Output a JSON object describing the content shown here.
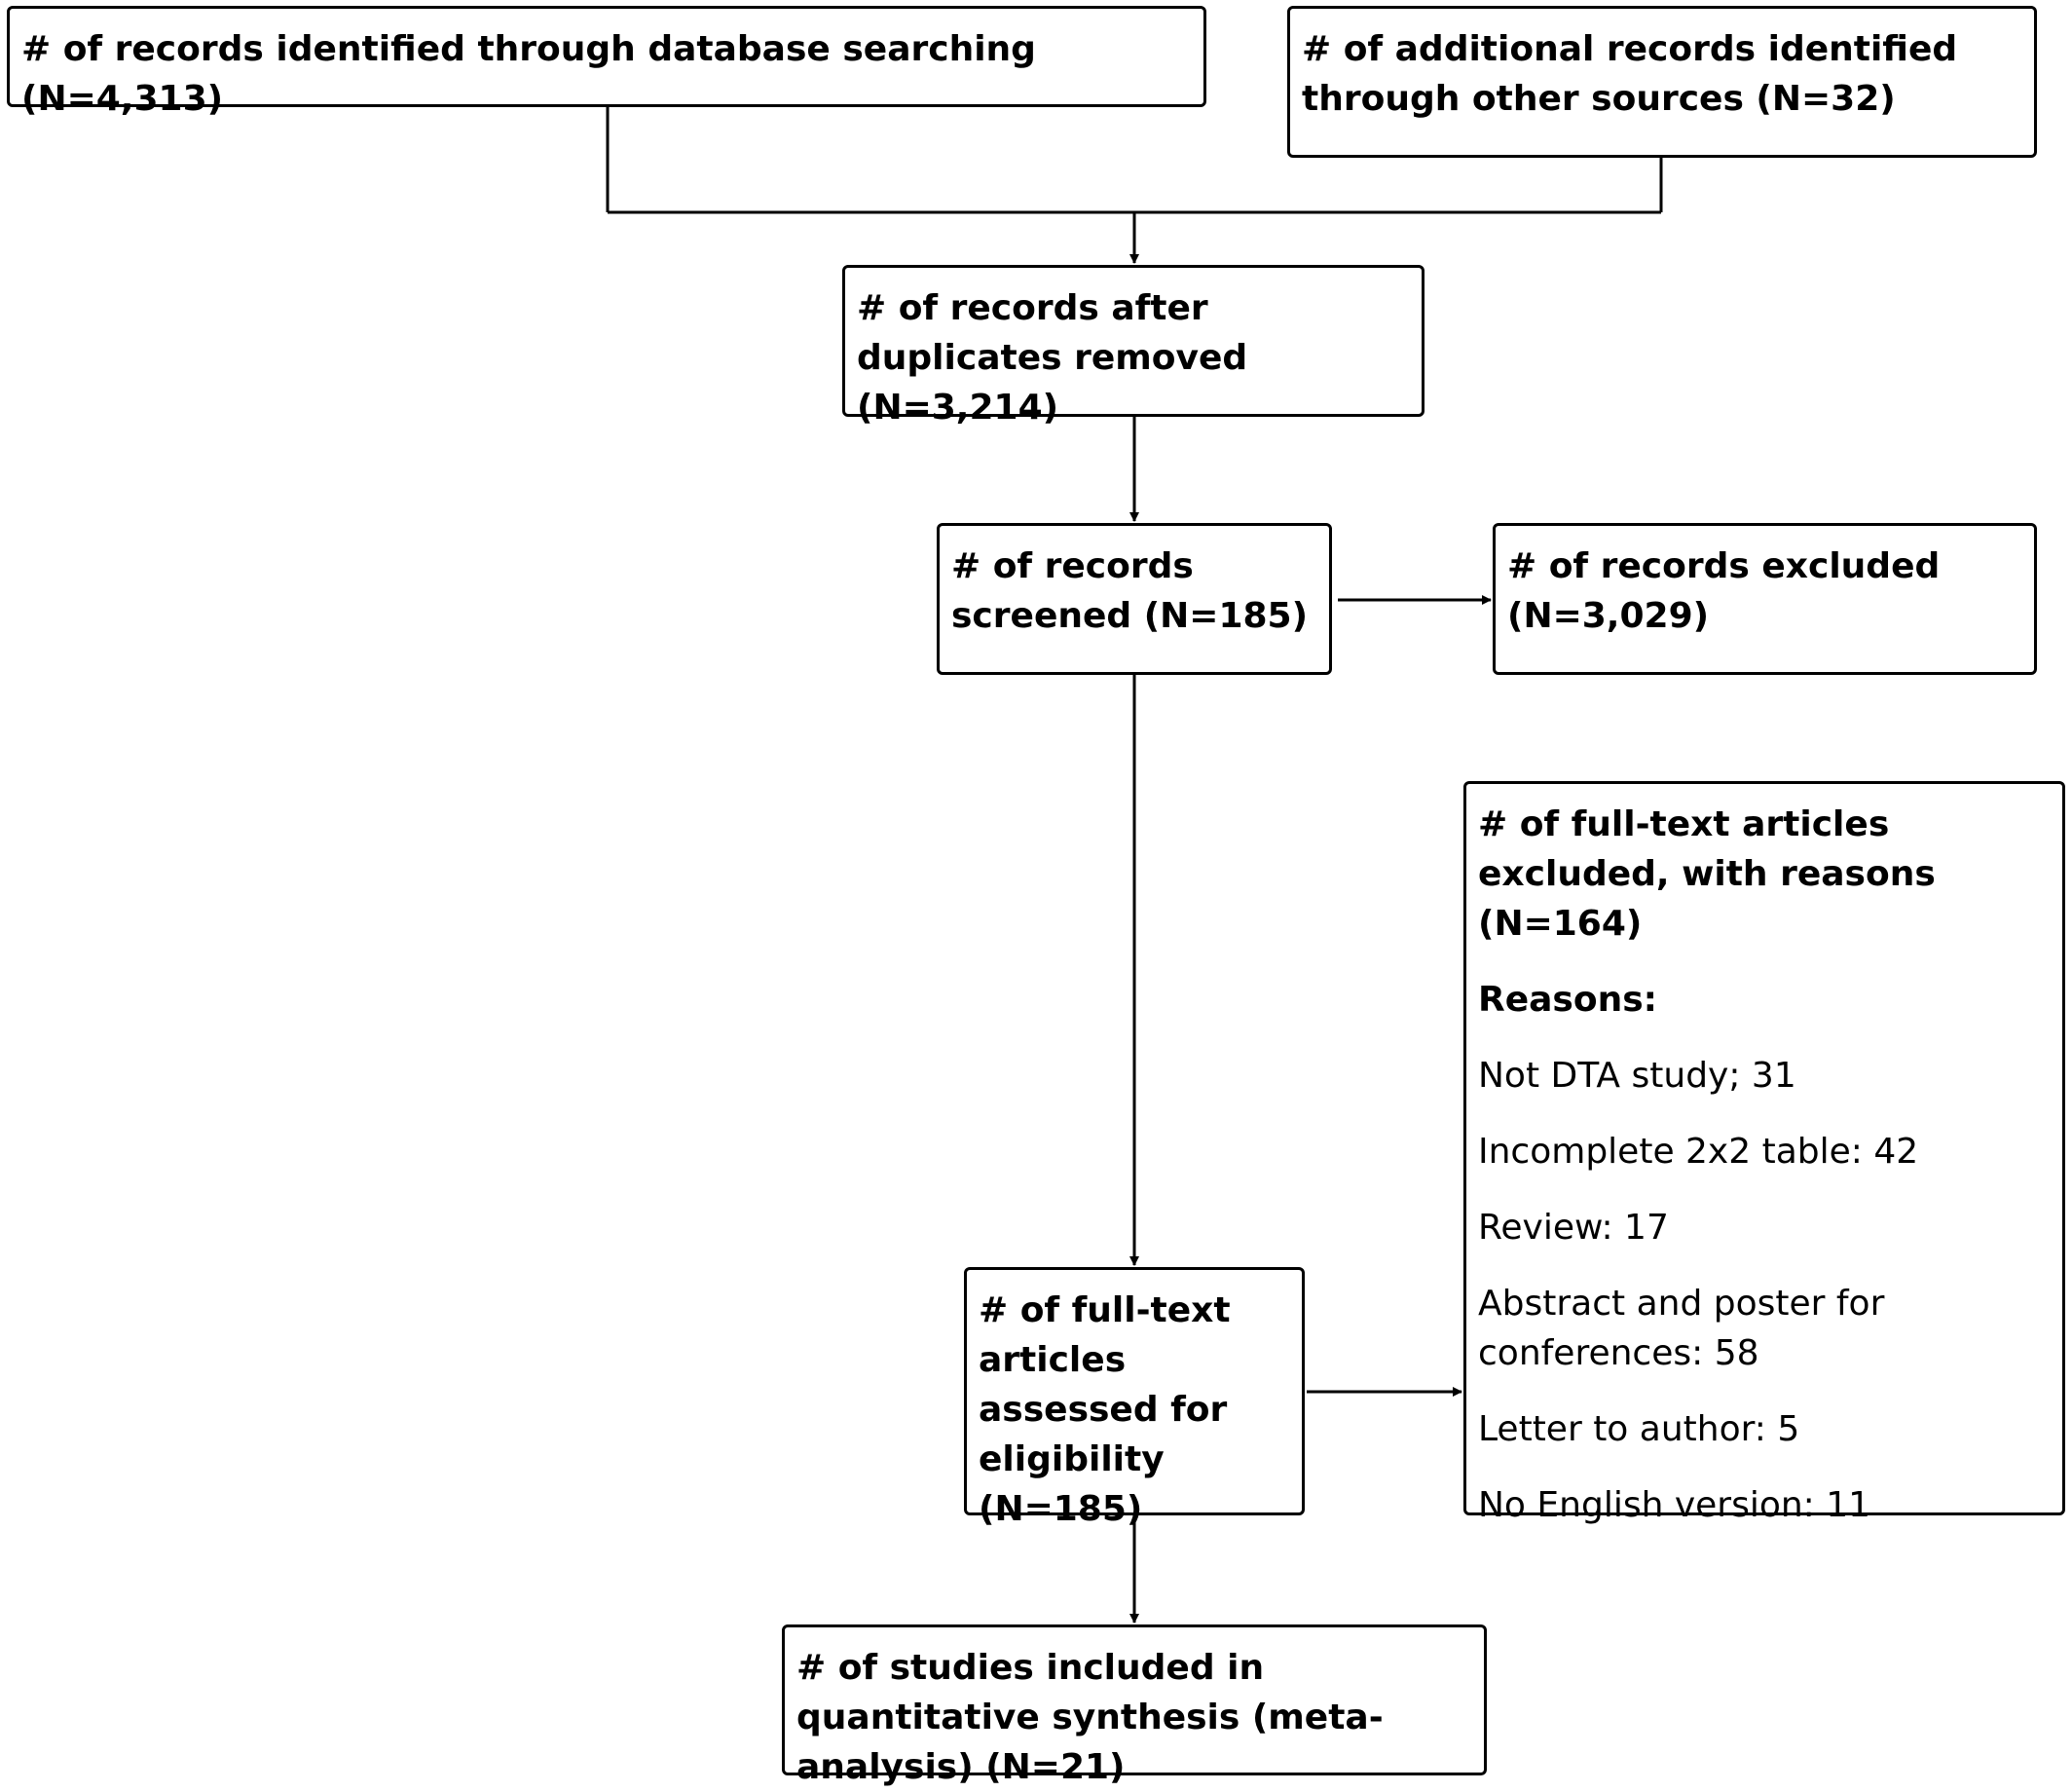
{
  "boxes": {
    "identified_database": "# of records identified through database searching (N=4,313)",
    "identified_other": "# of additional records identified through other sources (N=32)",
    "after_duplicates": "# of records after duplicates removed (N=3,214)",
    "screened": "# of records screened (N=185)",
    "excluded": "# of records excluded (N=3,029)",
    "full_text_assessed": "# of full-text articles assessed for eligibility (N=185)",
    "full_text_excluded": {
      "title": "# of full-text articles excluded, with reasons (N=164)",
      "heading": "Reasons:",
      "reasons": [
        "Not DTA study; 31",
        "Incomplete 2x2 table: 42",
        "Review: 17",
        "Abstract and poster for conferences: 58",
        "Letter to author: 5",
        "No English version: 11"
      ]
    },
    "included": "# of studies included in quantitative synthesis (meta-analysis) (N=21)"
  },
  "colors": {
    "line": "#000000",
    "box_border": "#000000",
    "background": "#ffffff"
  }
}
